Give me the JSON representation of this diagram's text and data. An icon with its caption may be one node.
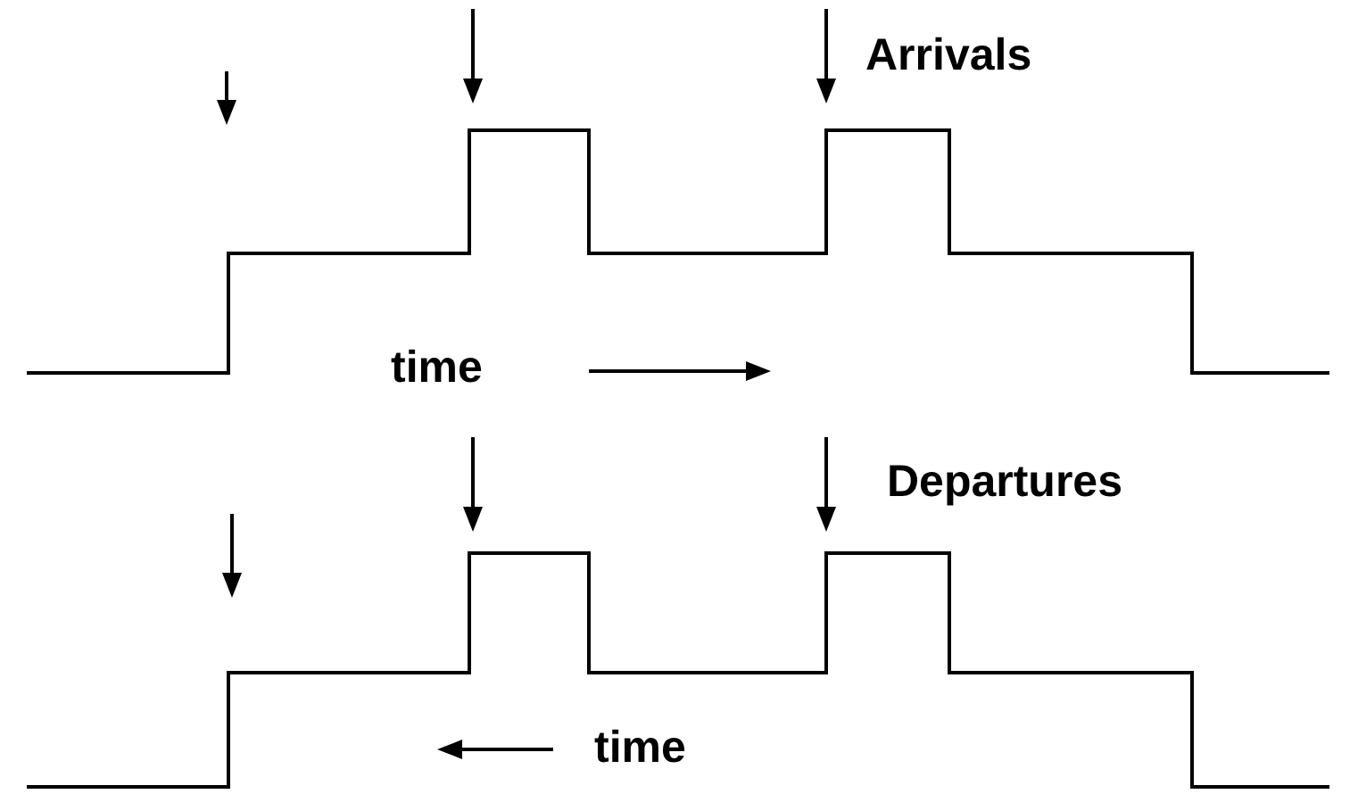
{
  "diagram": {
    "labels": [
      "Arrivals",
      "time",
      "Departures",
      "time"
    ]
  }
}
